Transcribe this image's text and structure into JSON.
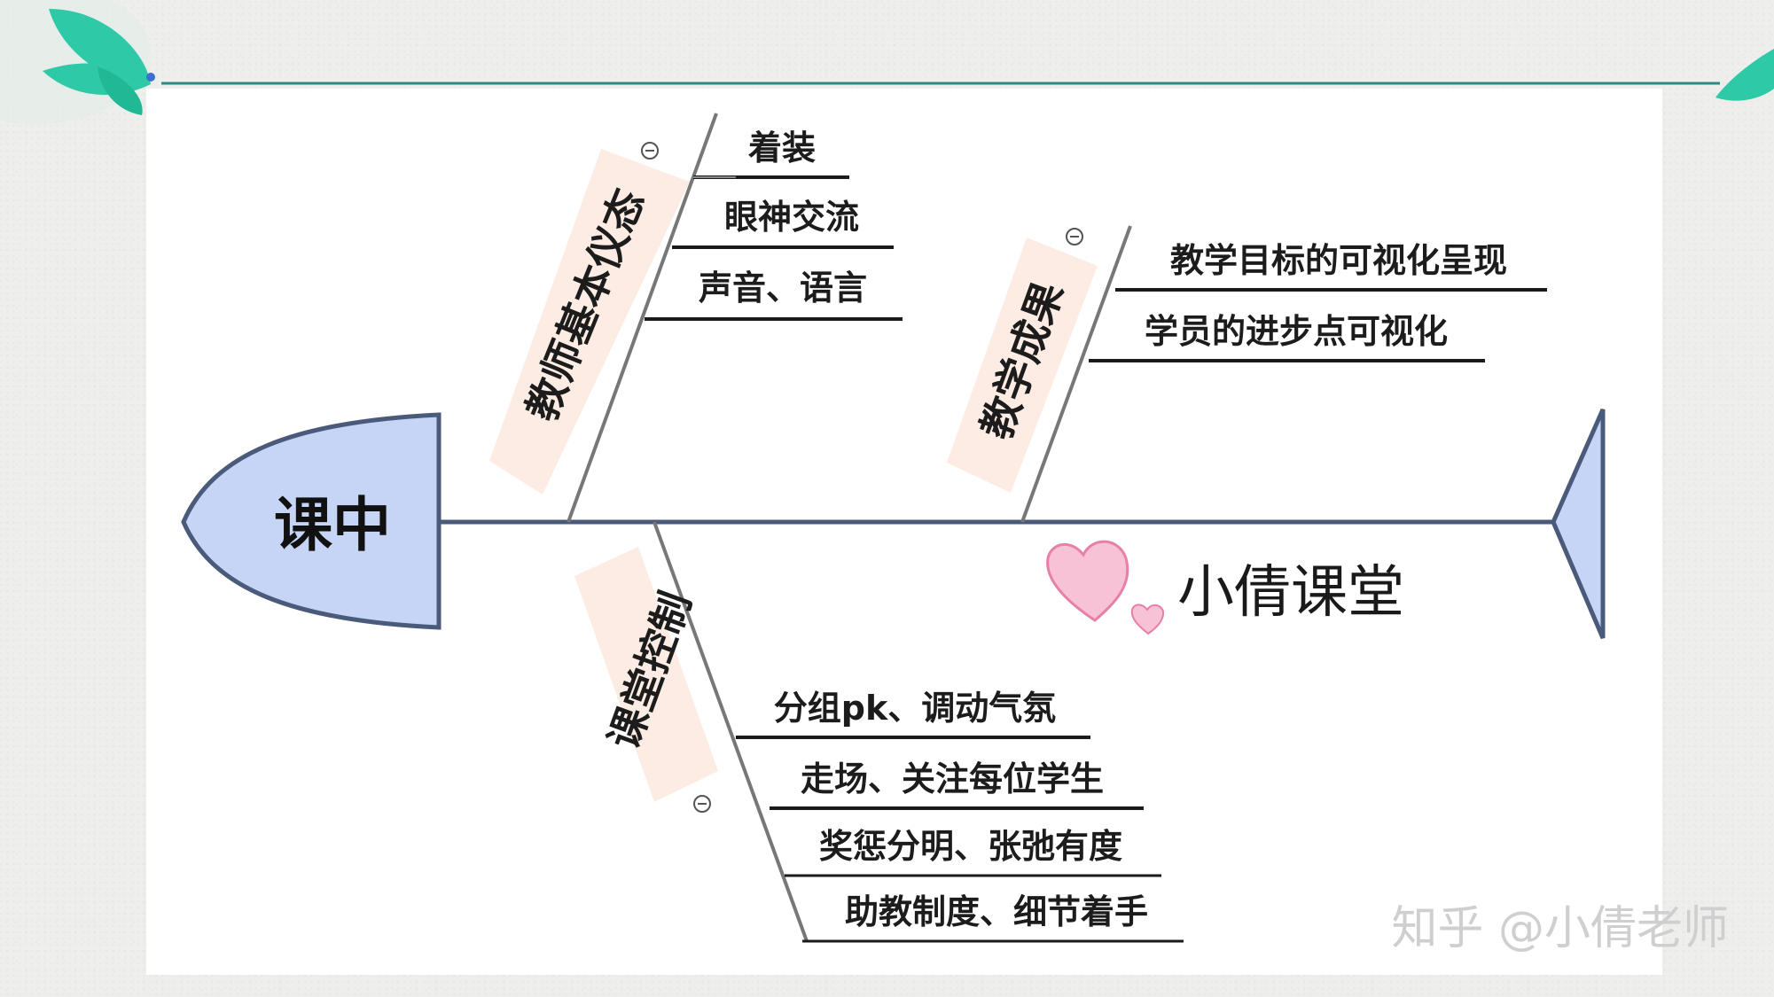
{
  "diagram": {
    "head": "课中",
    "branches": [
      {
        "category": "教师基本仪态",
        "items": [
          "着装",
          "眼神交流",
          "声音、语言"
        ]
      },
      {
        "category": "教学成果",
        "items": [
          "教学目标的可视化呈现",
          "学员的进步点可视化"
        ]
      },
      {
        "category": "课堂控制",
        "items": [
          "分组pk、调动气氛",
          "走场、关注每位学生",
          "奖惩分明、张弛有度",
          "助教制度、细节着手"
        ]
      }
    ]
  },
  "brand": {
    "label": "小倩课堂"
  },
  "watermark": "知乎 @小倩老师",
  "colors": {
    "head_fill": "#c6d5f5",
    "head_stroke": "#4a5a7a",
    "spine": "#4a5a7a",
    "category_bg": "#fdece3",
    "leaf_green": "#2ec9a6",
    "heart_pink": "#f2a3c2"
  }
}
